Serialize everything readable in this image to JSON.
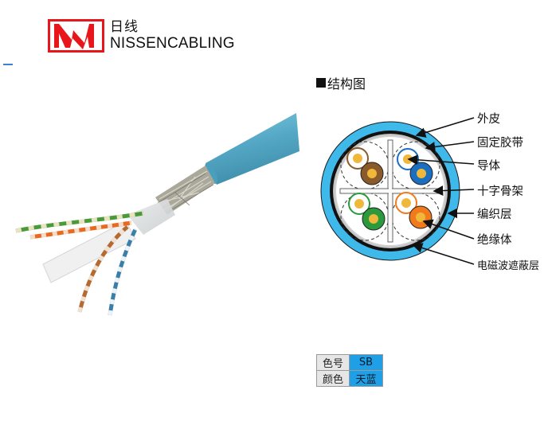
{
  "brand": {
    "cn_name": "日线",
    "en_name": "NISSENCABLING",
    "logo_color": "#e8161b"
  },
  "photo": {
    "subject": "shielded-twisted-pair-cable",
    "jacket_color": "#5fb3cf",
    "pair_colors": [
      "green",
      "orange",
      "brown",
      "blue"
    ]
  },
  "structure": {
    "title": "结构图",
    "labels": [
      {
        "id": "jacket",
        "text": "外皮"
      },
      {
        "id": "fixing-tape",
        "text": "固定胶带"
      },
      {
        "id": "conductor",
        "text": "导体"
      },
      {
        "id": "cross-filler",
        "text": "十字骨架"
      },
      {
        "id": "braid",
        "text": "编织层"
      },
      {
        "id": "insulation",
        "text": "绝缘体"
      },
      {
        "id": "emi-shield",
        "text": "电磁波遮蔽层"
      }
    ],
    "colors": {
      "jacket": "#3fb9ea",
      "brown": "#8a5a2b",
      "blue": "#1a6fc0",
      "green": "#2a9a3c",
      "orange": "#f07a1c",
      "copper": "#f0b83a"
    }
  },
  "spec_table": {
    "rows": [
      {
        "key": "色号",
        "value": "SB"
      },
      {
        "key": "颜色",
        "value": "天蓝"
      }
    ],
    "value_bg": "#1fa0e6"
  }
}
